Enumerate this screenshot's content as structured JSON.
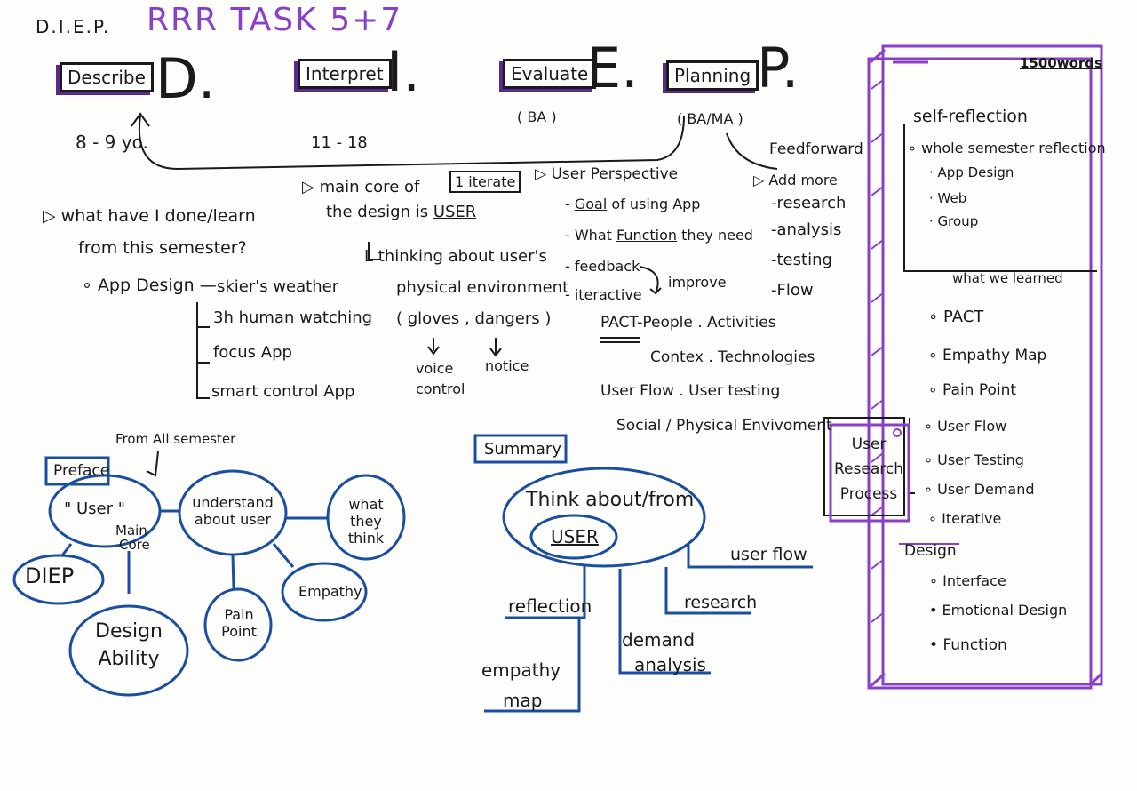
{
  "header": {
    "diep": "D.I.E.P.",
    "task": "RRR TASK 5+7"
  },
  "steps": [
    {
      "label": "Describe",
      "letter": "D."
    },
    {
      "label": "Interpret",
      "letter": "I."
    },
    {
      "label": "Evaluate",
      "letter": "E."
    },
    {
      "label": "Planning",
      "letter": "P."
    }
  ],
  "notes": {
    "ba": "( BA )",
    "ba_ma": "( BA/MA )",
    "age_1": "8 - 9 yo.",
    "age_2": "11 - 18",
    "feedforward": "Feedforward",
    "iterate": "1 iterate"
  },
  "describe": {
    "question_1": "what have I done/learn",
    "question_2": "from this semester?",
    "app_design": "App Design",
    "items": [
      "skier's weather",
      "3h human watching",
      "focus App",
      "smart control App"
    ]
  },
  "interpret": {
    "main_1": "main core of",
    "main_2": "the design is",
    "main_user": "USER",
    "think_1": "thinking about user's",
    "think_2": "physical environment",
    "think_3": "( gloves , dangers )",
    "voice_1": "voice",
    "voice_2": "control",
    "notice": "notice"
  },
  "evaluate": {
    "perspective": "User Perspective",
    "goal_1": "Goal",
    "goal_2": "of using App",
    "function_1": "What",
    "function_2": "Function",
    "function_3": "they need",
    "feedback": "feedback",
    "iteractive": "iteractive",
    "improve": "improve",
    "pact": "PACT",
    "pact_rest": "-People . Activities",
    "pact_rest_2": "Contex . Technologies",
    "userflow": "User Flow . User testing",
    "social": "Social / Physical Envivoment"
  },
  "planning": {
    "add_more": "Add more",
    "items": [
      "research",
      "analysis",
      "testing",
      "Flow"
    ]
  },
  "preface": {
    "title": "Preface",
    "from_all": "From All semester",
    "user": "\" User \"",
    "main_core_1": "Main",
    "main_core_2": "Core",
    "diep": "DIEP",
    "design_1": "Design",
    "design_2": "Ability",
    "understand_1": "understand",
    "understand_2": "about user",
    "what_1": "what",
    "what_2": "they",
    "what_3": "think",
    "pain_1": "Pain",
    "pain_2": "Point",
    "empathy": "Empathy"
  },
  "summary": {
    "title": "Summary",
    "think": "Think about/from",
    "user": "USER",
    "reflection": "reflection",
    "research": "research",
    "userflow": "user flow",
    "demand_1": "demand",
    "demand_2": "analysis",
    "empathy_1": "empathy",
    "empathy_2": "map"
  },
  "urp": {
    "line_1": "User",
    "line_2": "Research",
    "line_3": "Process"
  },
  "sidebar": {
    "words": "1500words",
    "self_reflection": "self-reflection",
    "whole": "whole semester reflection",
    "whole_items": [
      "App Design",
      "Web",
      "Group"
    ],
    "learned_title": "what we learned",
    "learned": [
      "PACT",
      "Empathy Map",
      "Pain Point",
      "User Flow",
      "User Testing",
      "User Demand",
      "Iterative"
    ],
    "design_title": "Design",
    "design_items": [
      "Interface",
      "Emotional Design",
      "Function"
    ]
  },
  "colors": {
    "ink": "#1a1a1a",
    "blue": "#1a4fa0",
    "purple": "#8b3fc7",
    "shadow": "#5a2a8a"
  }
}
